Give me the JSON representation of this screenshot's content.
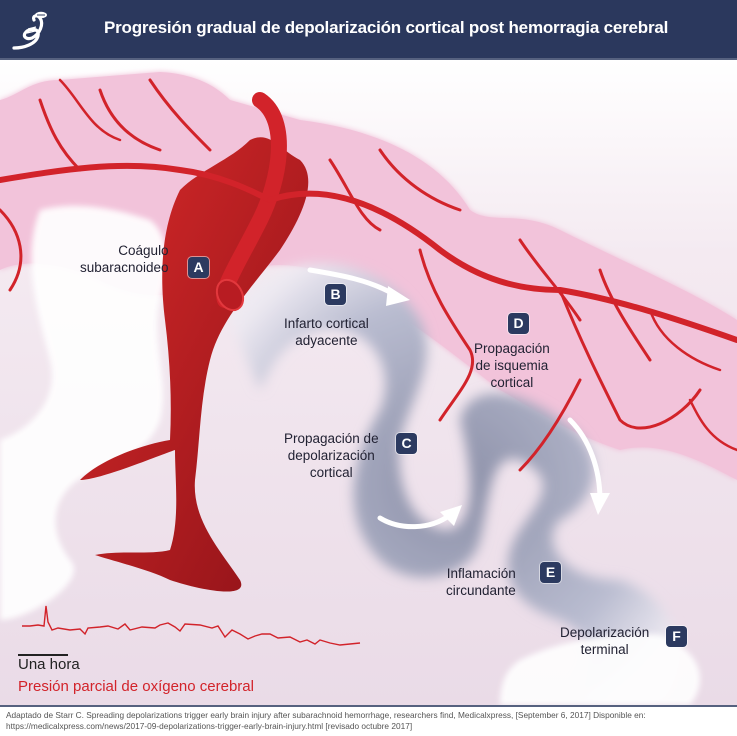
{
  "header": {
    "title": "Progresión gradual de depolarización cortical post hemorragia cerebral",
    "logo_icon": "brain-fold-logo-icon",
    "background_color": "#2b385d"
  },
  "diagram": {
    "markers": [
      {
        "letter": "A",
        "label_lines": [
          "Coágulo",
          "subaracnoideo"
        ]
      },
      {
        "letter": "B",
        "label_lines": [
          "Infarto cortical",
          "adyacente"
        ]
      },
      {
        "letter": "C",
        "label_lines": [
          "Propagación de",
          "depolarización",
          "cortical"
        ]
      },
      {
        "letter": "D",
        "label_lines": [
          "Propagación",
          "de isquemia",
          "cortical"
        ]
      },
      {
        "letter": "E",
        "label_lines": [
          "Inflamación",
          "circundante"
        ]
      },
      {
        "letter": "F",
        "label_lines": [
          "Depolarización",
          "terminal"
        ]
      }
    ],
    "badge_color": "#2c3a60",
    "vessel_color": "#d2232a",
    "clot_color": "#a51d24",
    "cortex_color": "#f0bcd6"
  },
  "trace": {
    "scale_label": "Una hora",
    "trace_label": "Presión parcial de oxígeno cerebral",
    "color": "#d2232a"
  },
  "footer": {
    "citation": "Adaptado de Starr C. Spreading depolarizations trigger early brain injury after subarachnoid hemorrhage, researchers find, Medicalxpress, [September 6, 2017] Disponible en: https://medicalxpress.com/news/2017-09-depolarizations-trigger-early-brain-injury.html [revisado octubre 2017]"
  }
}
